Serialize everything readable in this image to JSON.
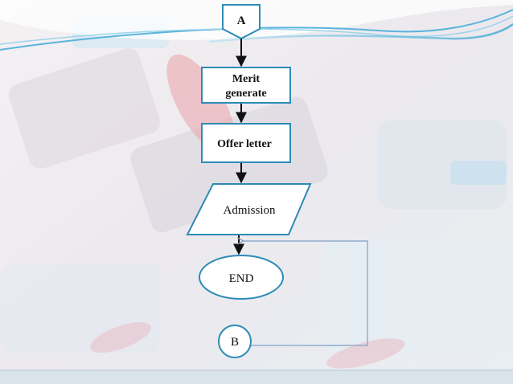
{
  "flowchart": {
    "connector_top": {
      "label": "A"
    },
    "process_merit": {
      "line1": "Merit",
      "line2": "generate"
    },
    "process_offer": {
      "label": "Offer letter"
    },
    "io_admission": {
      "label": "Admission"
    },
    "terminal_end": {
      "label": "END"
    },
    "connector_bottom": {
      "label": "B"
    }
  },
  "colors": {
    "shape_border": "#2d8bb5",
    "arrow": "#111111",
    "loop_line": "#7f9fc8",
    "shape_fill": "#ffffff"
  }
}
